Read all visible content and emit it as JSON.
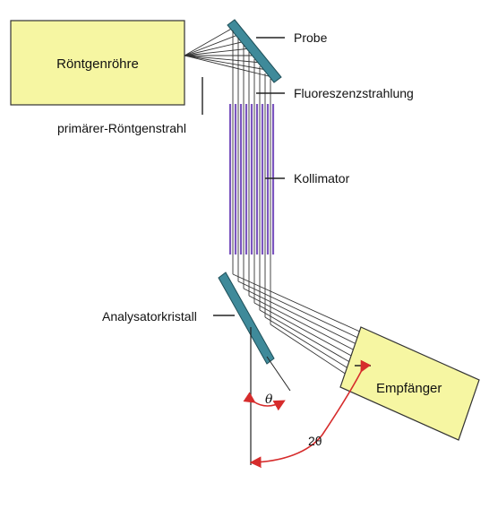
{
  "labels": {
    "tube": "Röntgenröhre",
    "primary_beam": "primärer-Röntgenstrahl",
    "sample": "Probe",
    "fluorescence": "Fluoreszenzstrahlung",
    "collimator": "Kollimator",
    "analyzer": "Analysatorkristall",
    "detector": "Empfänger",
    "theta": "θ",
    "two_theta": "2θ"
  },
  "colors": {
    "tube_fill": "#f6f6a2",
    "box_stroke": "#333333",
    "crystal_fill": "#3f8a9a",
    "collimator_line": "#7b55bf",
    "angle_arrow": "#d62c2c",
    "ray": "#333333"
  }
}
